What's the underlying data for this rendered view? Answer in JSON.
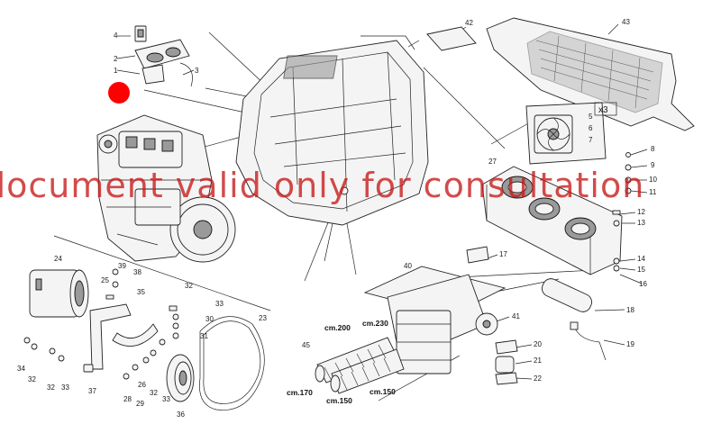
{
  "watermark": "document valid only for consultation",
  "marker_color": "#ff0000",
  "watermark_color": "#c81818",
  "callouts": [
    {
      "id": "c1",
      "text": "1"
    },
    {
      "id": "c2",
      "text": "2"
    },
    {
      "id": "c3",
      "text": "3"
    },
    {
      "id": "c4",
      "text": "4"
    },
    {
      "id": "c5",
      "text": "5"
    },
    {
      "id": "c6",
      "text": "6"
    },
    {
      "id": "c7",
      "text": "7"
    },
    {
      "id": "c8",
      "text": "8"
    },
    {
      "id": "c9",
      "text": "9"
    },
    {
      "id": "c10",
      "text": "10"
    },
    {
      "id": "c11",
      "text": "11"
    },
    {
      "id": "c12",
      "text": "12"
    },
    {
      "id": "c13",
      "text": "13"
    },
    {
      "id": "c14",
      "text": "14"
    },
    {
      "id": "c15",
      "text": "15"
    },
    {
      "id": "c16",
      "text": "16"
    },
    {
      "id": "c17",
      "text": "17"
    },
    {
      "id": "c18",
      "text": "18"
    },
    {
      "id": "c19",
      "text": "19"
    },
    {
      "id": "c20",
      "text": "20"
    },
    {
      "id": "c21",
      "text": "21"
    },
    {
      "id": "c22",
      "text": "22"
    },
    {
      "id": "c23",
      "text": "23"
    },
    {
      "id": "c24",
      "text": "24"
    },
    {
      "id": "c25",
      "text": "25"
    },
    {
      "id": "c26",
      "text": "26"
    },
    {
      "id": "c27",
      "text": "27"
    },
    {
      "id": "c28",
      "text": "28"
    },
    {
      "id": "c29",
      "text": "29"
    },
    {
      "id": "c30",
      "text": "30"
    },
    {
      "id": "c31",
      "text": "31"
    },
    {
      "id": "c32a",
      "text": "32"
    },
    {
      "id": "c32b",
      "text": "32"
    },
    {
      "id": "c32c",
      "text": "32"
    },
    {
      "id": "c32d",
      "text": "32"
    },
    {
      "id": "c33a",
      "text": "33"
    },
    {
      "id": "c33b",
      "text": "33"
    },
    {
      "id": "c33c",
      "text": "33"
    },
    {
      "id": "c34",
      "text": "34"
    },
    {
      "id": "c35",
      "text": "35"
    },
    {
      "id": "c36",
      "text": "36"
    },
    {
      "id": "c37",
      "text": "37"
    },
    {
      "id": "c38",
      "text": "38"
    },
    {
      "id": "c39",
      "text": "39"
    },
    {
      "id": "c40",
      "text": "40"
    },
    {
      "id": "c41",
      "text": "41"
    },
    {
      "id": "c42",
      "text": "42"
    },
    {
      "id": "c43",
      "text": "43"
    },
    {
      "id": "c45",
      "text": "45"
    },
    {
      "id": "cx3",
      "text": "x3"
    }
  ],
  "hose_labels": [
    {
      "id": "h1",
      "text": "cm.200"
    },
    {
      "id": "h2",
      "text": "cm.230"
    },
    {
      "id": "h3",
      "text": "cm.170"
    },
    {
      "id": "h4",
      "text": "cm.150"
    },
    {
      "id": "h5",
      "text": "cm.150"
    }
  ]
}
